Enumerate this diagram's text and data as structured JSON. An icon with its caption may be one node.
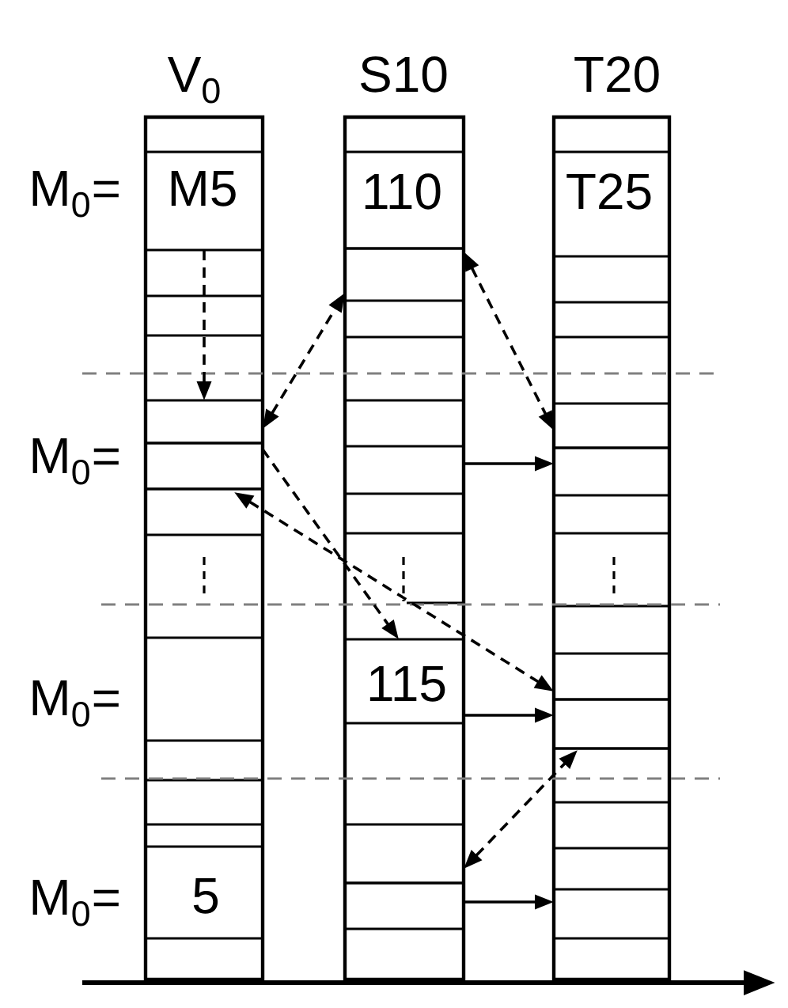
{
  "diagram": {
    "nodes": [
      {
        "text": [
          "V$_{0}$"
        ]
      },
      {
        "text": [
          "M5"
        ],
        "in": 0
      },
      {
        "text": [],
        "shape": "box",
        "in": 0
      },
      {
        "text": [],
        "shape": "box",
        "in": 0
      },
      {
        "text": [],
        "shape": "box",
        "in": 0
      },
      {
        "text": [
          "5"
        ],
        "in": 0
      },
      {
        "text": [
          "S10"
        ]
      },
      {
        "text": [
          "110"
        ],
        "in": 6
      },
      {
        "text": [],
        "shape": "box",
        "in": 6
      },
      {
        "text": [],
        "shape": "box",
        "in": 6
      },
      {
        "text": [
          "115"
        ],
        "in": 6
      },
      {
        "text": [],
        "shape": "box",
        "in": 6
      },
      {
        "text": [],
        "shape": "box",
        "in": 6
      },
      {
        "text": [
          "T20"
        ]
      },
      {
        "text": [
          "T25"
        ],
        "in": 13
      },
      {
        "text": [],
        "shape": "box",
        "in": 13
      },
      {
        "text": [],
        "shape": "box",
        "in": 13
      },
      {
        "text": [],
        "shape": "box",
        "in": 13
      },
      {
        "text": [],
        "shape": "box",
        "in": 13
      },
      {
        "text": [],
        "shape": "box",
        "in": 13
      },
      {
        "text": [],
        "shape": "box",
        "in": 13
      }
    ],
    "edges": [
      {
        "from": 1,
        "to": 2,
        "arrow": "to",
        "style": "dashed"
      },
      {
        "from": 2,
        "to": 8,
        "arrow": "both",
        "style": "dashed"
      },
      {
        "from": 8,
        "to": 15,
        "arrow": "both",
        "style": "dashed"
      },
      {
        "from": 9,
        "to": 16,
        "arrow": "to"
      },
      {
        "from": 3,
        "to": 10,
        "arrow": "to",
        "style": "dashed"
      },
      {
        "from": 4,
        "to": 17,
        "arrow": "both",
        "style": "dashed"
      },
      {
        "from": 10,
        "to": 18,
        "arrow": "to"
      },
      {
        "from": 11,
        "to": 19,
        "arrow": "both",
        "style": "dashed"
      },
      {
        "from": 12,
        "to": 20,
        "arrow": "to"
      }
    ],
    "labels": [
      "M$_{0}$=",
      "M$_{0}$=",
      "M$_{0}$=",
      "M$_{0}$="
    ]
  }
}
